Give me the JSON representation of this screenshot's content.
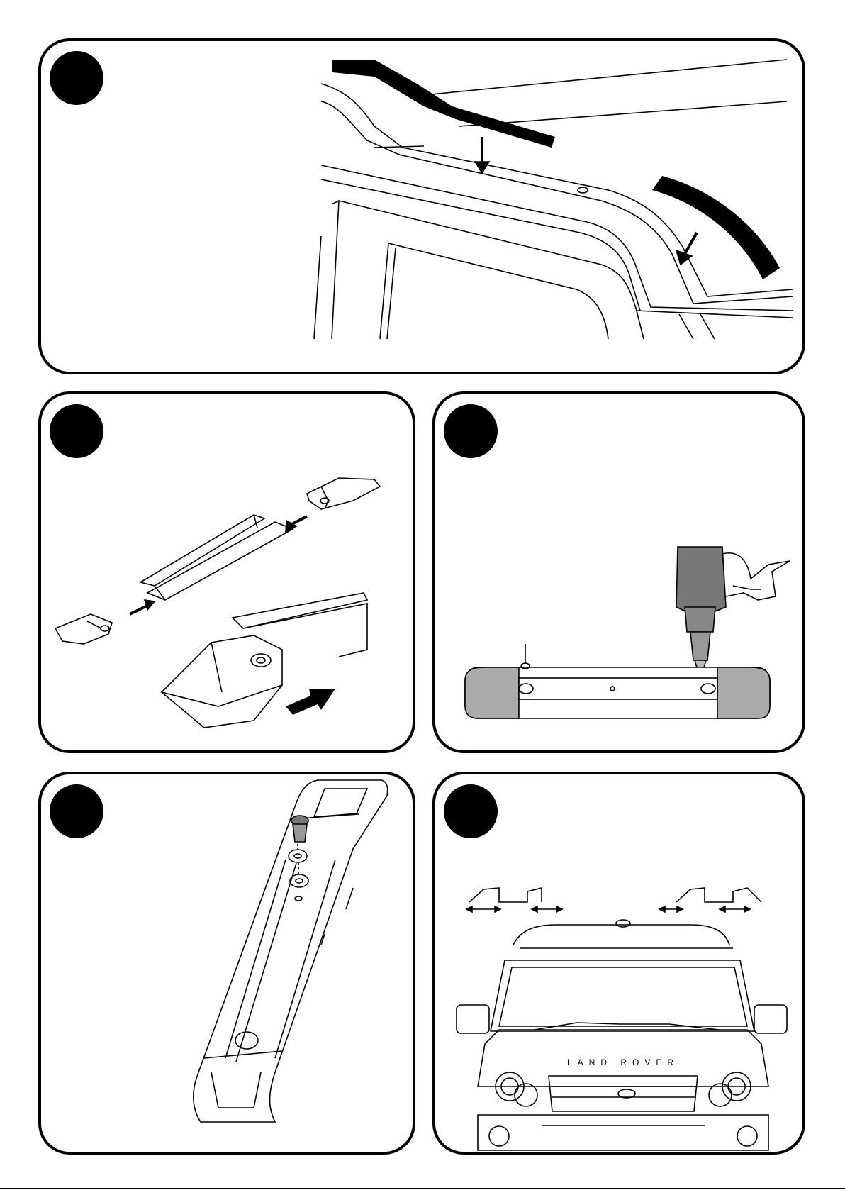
{
  "document": {
    "type": "installation-instructions",
    "panels": [
      {
        "id": "step-1",
        "content": "roof-rail-strip-removal"
      },
      {
        "id": "step-2",
        "content": "rail-end-cap-assembly"
      },
      {
        "id": "step-3",
        "content": "riveting-foot"
      },
      {
        "id": "step-4",
        "content": "bolt-and-washer"
      },
      {
        "id": "step-5",
        "content": "vehicle-front-rail-profiles"
      }
    ]
  },
  "brand_badge_text": "LAND ROVER"
}
